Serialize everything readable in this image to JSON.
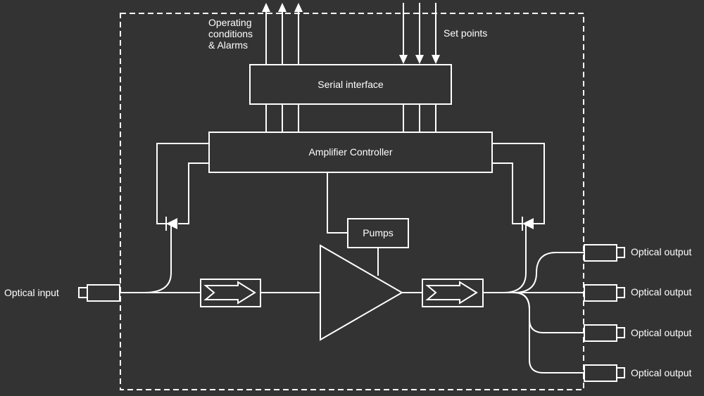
{
  "labels": {
    "operating_line1": "Operating",
    "operating_line2": "conditions",
    "operating_line3": "& Alarms",
    "set_points": "Set points",
    "serial_interface": "Serial interface",
    "amplifier_controller": "Amplifier Controller",
    "pumps": "Pumps",
    "optical_input": "Optical input",
    "optical_output_1": "Optical output",
    "optical_output_2": "Optical output",
    "optical_output_3": "Optical output",
    "optical_output_4": "Optical output"
  },
  "colors": {
    "background": "#333333",
    "line": "#ffffff"
  }
}
